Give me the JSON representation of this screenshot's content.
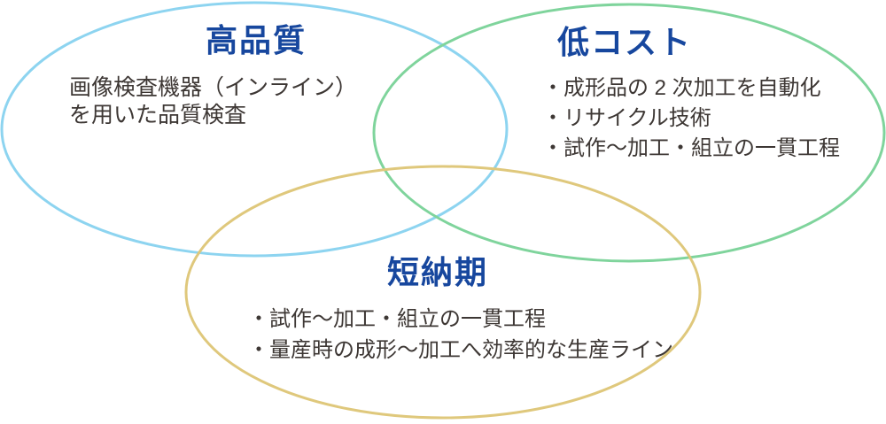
{
  "diagram": {
    "type": "venn",
    "background_color": "#FFFFFF",
    "colors": {
      "title_text": "#17479E",
      "body_text": "#3D3734"
    },
    "ellipses": [
      {
        "id": "quality",
        "label": "高品質",
        "stroke_color": "#8DD4F0",
        "items": [
          "画像検査機器（インライン）",
          "を用いた品質検査"
        ]
      },
      {
        "id": "cost",
        "label": "低コスト",
        "stroke_color": "#7FD49C",
        "items": [
          "・成形品の 2 次加工を自動化",
          "・リサイクル技術",
          "・試作～加工・組立の一貫工程"
        ]
      },
      {
        "id": "delivery",
        "label": "短納期",
        "stroke_color": "#DFC87C",
        "items": [
          "・試作～加工・組立の一貫工程",
          "・量産時の成形～加工へ効率的な生産ライン"
        ]
      }
    ]
  }
}
